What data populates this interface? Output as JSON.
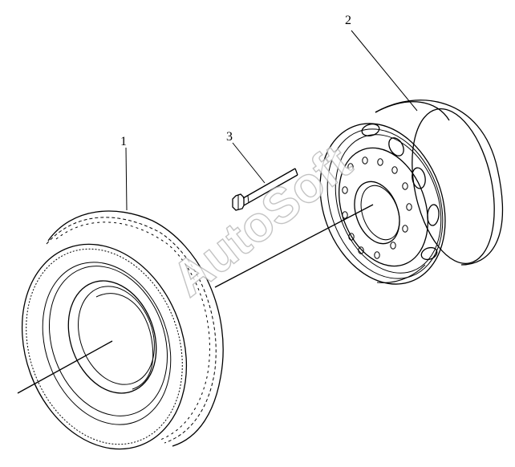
{
  "diagram": {
    "callouts": [
      {
        "id": "tire",
        "label": "1"
      },
      {
        "id": "rim",
        "label": "2"
      },
      {
        "id": "bolt",
        "label": "3"
      }
    ],
    "watermark": "AutoSoft"
  },
  "colors": {
    "line": "#000000",
    "background": "#ffffff",
    "watermark": "#b5b5b5"
  }
}
